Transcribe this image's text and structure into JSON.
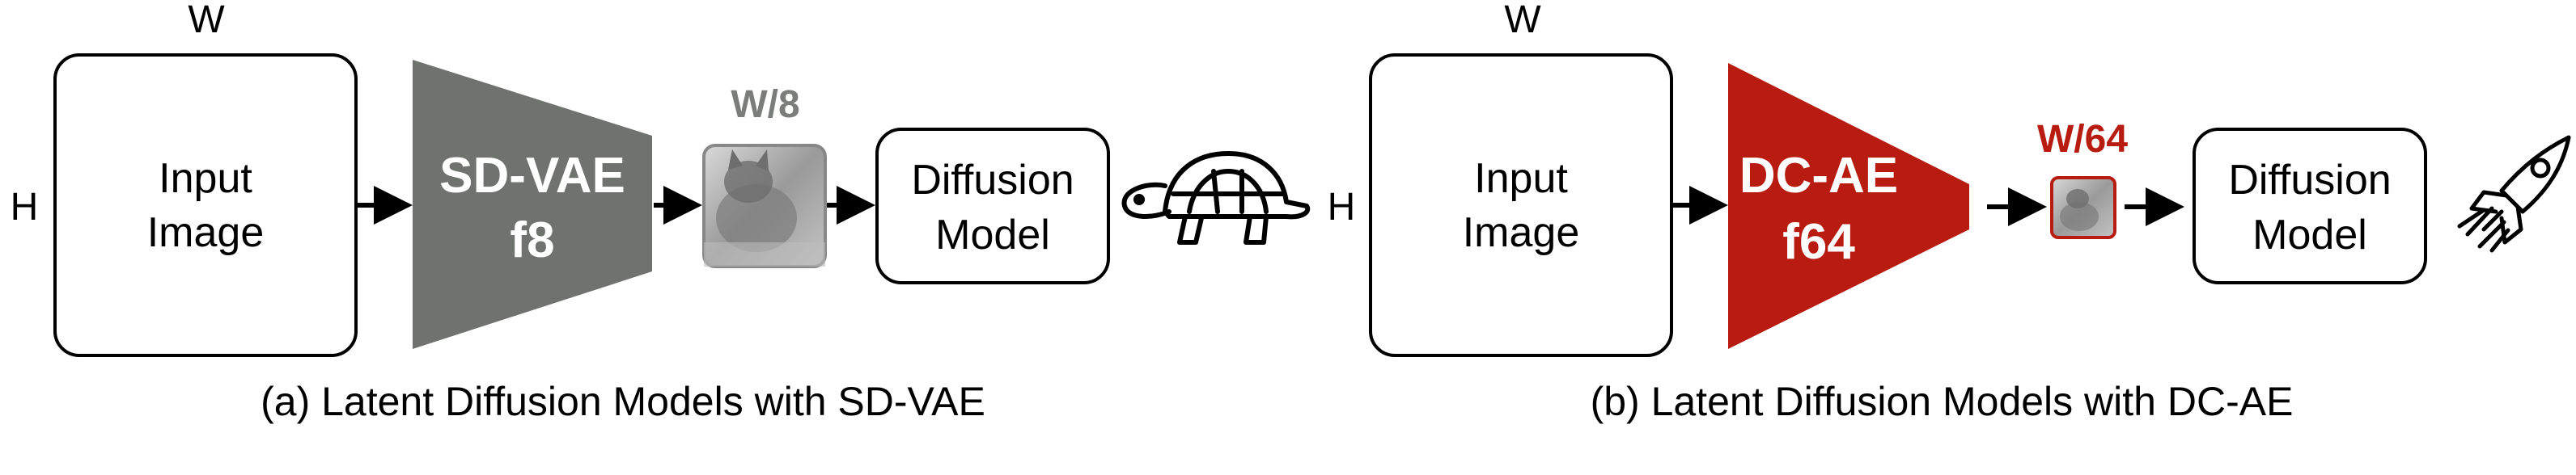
{
  "panel_a": {
    "width_label": "W",
    "height_label": "H",
    "input_label": [
      "Input",
      "Image"
    ],
    "encoder_label": [
      "SD-VAE",
      "f8"
    ],
    "latent_label": "W/8",
    "model_label": [
      "Diffusion",
      "Model"
    ],
    "caption": "(a) Latent Diffusion Models with SD-VAE",
    "speed_icon": "turtle-icon"
  },
  "panel_b": {
    "width_label": "W",
    "height_label": "H",
    "input_label": [
      "Input",
      "Image"
    ],
    "encoder_label": [
      "DC-AE",
      "f64"
    ],
    "latent_label": "W/64",
    "model_label": [
      "Diffusion",
      "Model"
    ],
    "caption": "(b) Latent Diffusion Models with DC-AE",
    "speed_icon": "rocket-icon"
  },
  "colors": {
    "sd_vae": "#6f726f",
    "dc_ae": "#b81c10",
    "latent_a_text": "#7a7d7a",
    "latent_b_text": "#b81c10"
  }
}
